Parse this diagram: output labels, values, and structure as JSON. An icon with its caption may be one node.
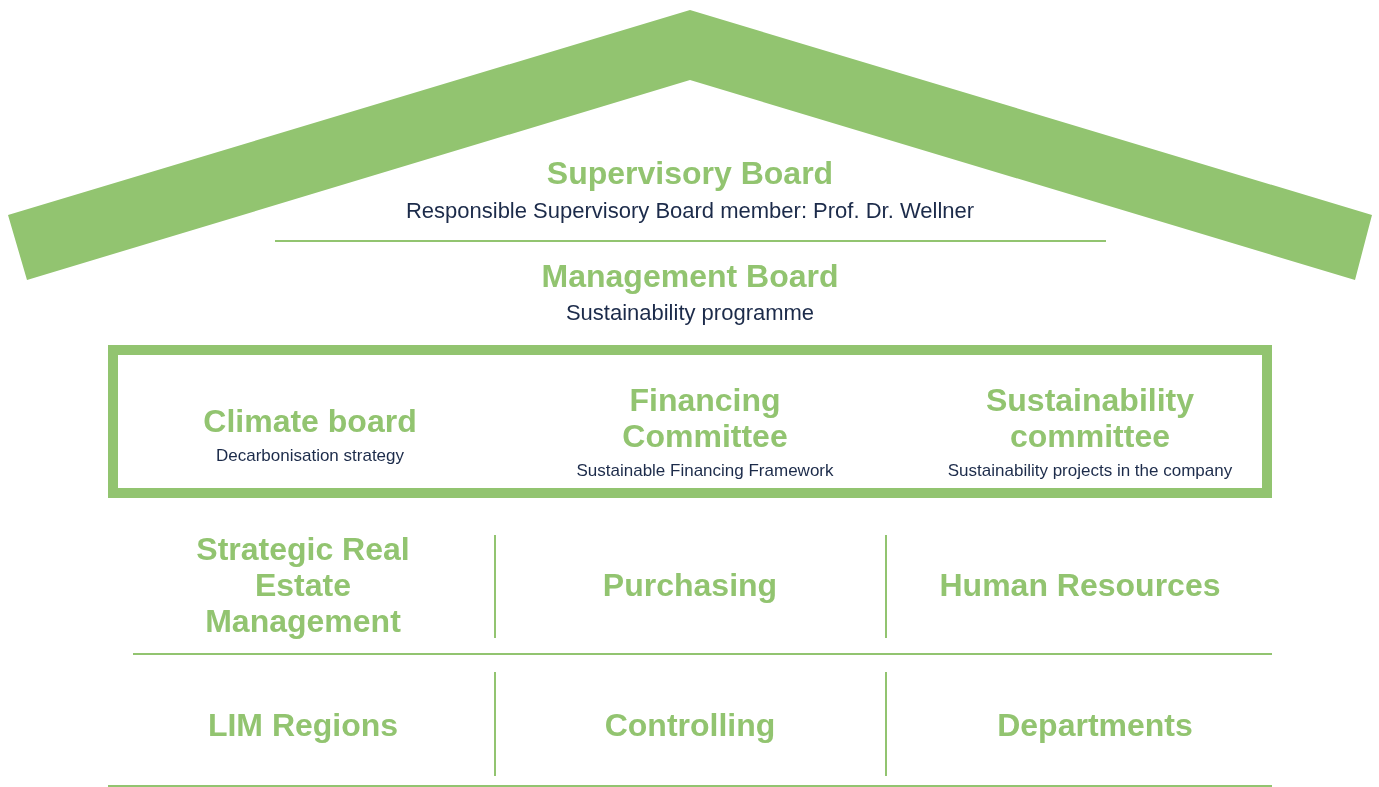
{
  "diagram": {
    "nodes": [
      {
        "text": [
          "Supervisory Board",
          "Responsible Supervisory Board member: Prof. Dr. Wellner"
        ]
      },
      {
        "text": [
          "Management Board",
          "Sustainability programme"
        ]
      },
      {
        "text": [],
        "shape": "box"
      },
      {
        "text": [
          "Climate board",
          "Decarbonisation strategy"
        ],
        "in": 2
      },
      {
        "text": [
          "Financing Committee",
          "Sustainable Financing Framework"
        ],
        "in": 2
      },
      {
        "text": [
          "Sustainability committee",
          "Sustainability projects in the company"
        ],
        "in": 2
      },
      {
        "text": [
          "Strategic Real Estate Management"
        ]
      },
      {
        "text": [
          "Purchasing"
        ]
      },
      {
        "text": [
          "Human Resources"
        ]
      },
      {
        "text": [
          "LIM Regions"
        ]
      },
      {
        "text": [
          "Controlling"
        ]
      },
      {
        "text": [
          "Departments"
        ]
      }
    ]
  }
}
